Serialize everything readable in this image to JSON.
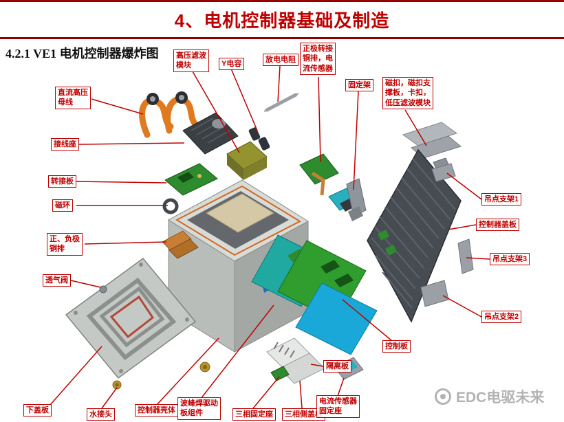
{
  "header": {
    "title": "4、电机控制器基础及制造"
  },
  "subtitle": "4.2.1 VE1 电机控制器爆炸图",
  "watermark": {
    "text": "EDC电驱未来"
  },
  "colors": {
    "accent_red": "#c00000",
    "title_red": "#cc0000",
    "rule_red": "#8b0000"
  },
  "labels": [
    {
      "id": "hv-filter-module",
      "text": "高压滤波\n模块"
    },
    {
      "id": "y-capacitor",
      "text": "Y电容"
    },
    {
      "id": "discharge-resistor",
      "text": "放电电阻"
    },
    {
      "id": "positive-busbar-current-sensor",
      "text": "正极转接\n铜排，电\n流传感器"
    },
    {
      "id": "fixing-bracket",
      "text": "固定架"
    },
    {
      "id": "magnet-clip-lv-filter",
      "text": "磁扣，磁扣支\n撑板，卡扣，\n低压滤波模块"
    },
    {
      "id": "dc-hv-busbar",
      "text": "直流高压\n母线"
    },
    {
      "id": "terminal-block",
      "text": "接线座"
    },
    {
      "id": "adapter-board",
      "text": "转接板"
    },
    {
      "id": "magnetic-ring",
      "text": "磁环"
    },
    {
      "id": "pos-neg-copper-busbar",
      "text": "正、负极\n铜排"
    },
    {
      "id": "breather-valve",
      "text": "透气阀"
    },
    {
      "id": "lifting-bracket-1",
      "text": "吊点支架1"
    },
    {
      "id": "controller-cover",
      "text": "控制器盖板"
    },
    {
      "id": "lifting-bracket-3",
      "text": "吊点支架3"
    },
    {
      "id": "lifting-bracket-2",
      "text": "吊点支架2"
    },
    {
      "id": "control-board",
      "text": "控制板"
    },
    {
      "id": "isolation-board",
      "text": "隔离板"
    },
    {
      "id": "bottom-cover",
      "text": "下盖板"
    },
    {
      "id": "water-connector",
      "text": "水接头"
    },
    {
      "id": "controller-housing",
      "text": "控制器壳体"
    },
    {
      "id": "wave-solder-driver-board",
      "text": "波峰焊驱动\n板组件"
    },
    {
      "id": "three-phase-fixing-seat",
      "text": "三相固定座"
    },
    {
      "id": "three-phase-side-cover",
      "text": "三相侧盖板"
    },
    {
      "id": "current-sensor-fixing-seat",
      "text": "电流传感器\n固定座"
    }
  ]
}
